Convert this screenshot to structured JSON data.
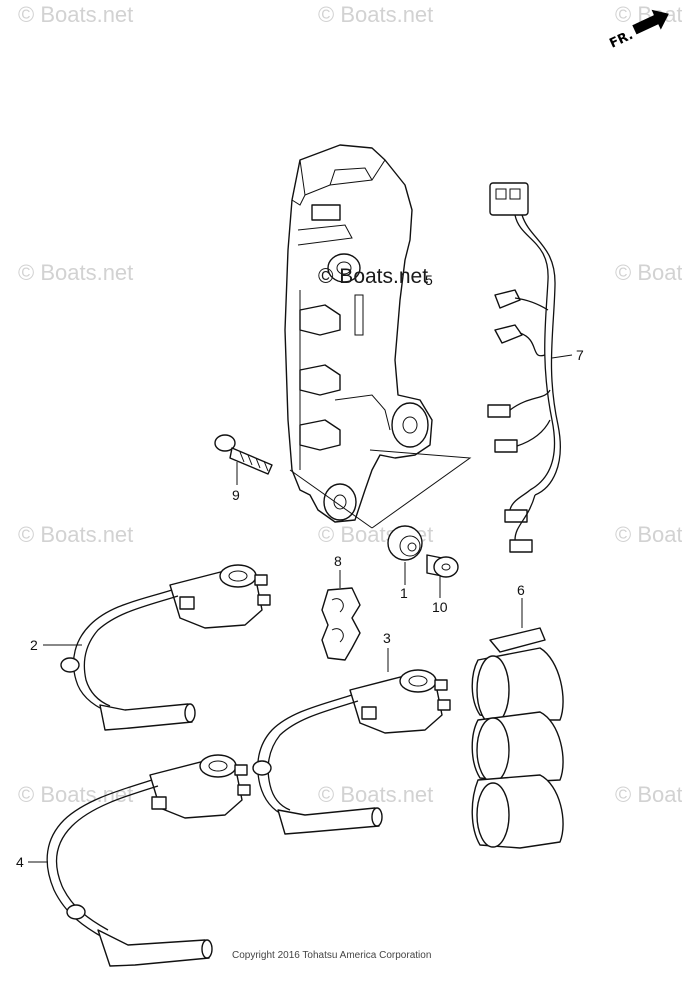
{
  "watermark": "© Boats.net",
  "direction_label": "FR.",
  "copyright": "Copyright 2016 Tohatsu America Corporation",
  "callouts": {
    "p1": "1",
    "p2": "2",
    "p3": "3",
    "p4": "4",
    "p5": "5",
    "p6": "6",
    "p7": "7",
    "p8": "8",
    "p9": "9",
    "p10": "10"
  }
}
